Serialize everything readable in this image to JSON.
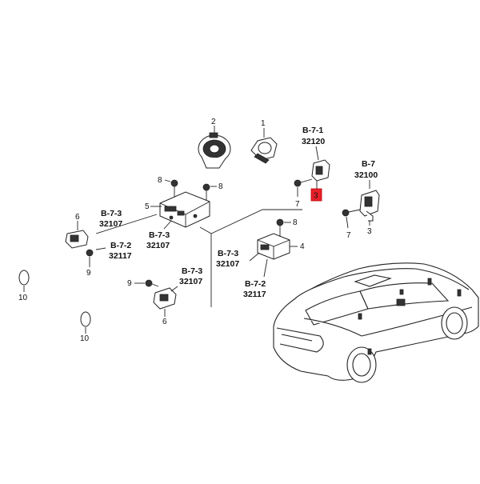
{
  "callouts": {
    "p1": "1",
    "p2": "2",
    "p3a": "3",
    "p3b": "3",
    "p4": "4",
    "p5": "5",
    "p6a": "6",
    "p6b": "6",
    "p7a": "7",
    "p7b": "7",
    "p8a": "8",
    "p8b": "8",
    "p8c": "8",
    "p9a": "9",
    "p9b": "9",
    "p10a": "10",
    "p10b": "10"
  },
  "refs": {
    "r_b71_code": "B-7-1",
    "r_b71_num": "32120",
    "r_b7_code": "B-7",
    "r_b7_num": "32100",
    "r_b73a_code": "B-7-3",
    "r_b73a_num": "32107",
    "r_b72a_code": "B-7-2",
    "r_b72a_num": "32117",
    "r_b73b_code": "B-7-3",
    "r_b73b_num": "32107",
    "r_b73c_code": "B-7-3",
    "r_b73c_num": "32107",
    "r_b73d_code": "B-7-3",
    "r_b73d_num": "32107",
    "r_b72b_code": "B-7-2",
    "r_b72b_num": "32117"
  },
  "colors": {
    "highlight": "#e8202a",
    "ink": "#222222"
  }
}
